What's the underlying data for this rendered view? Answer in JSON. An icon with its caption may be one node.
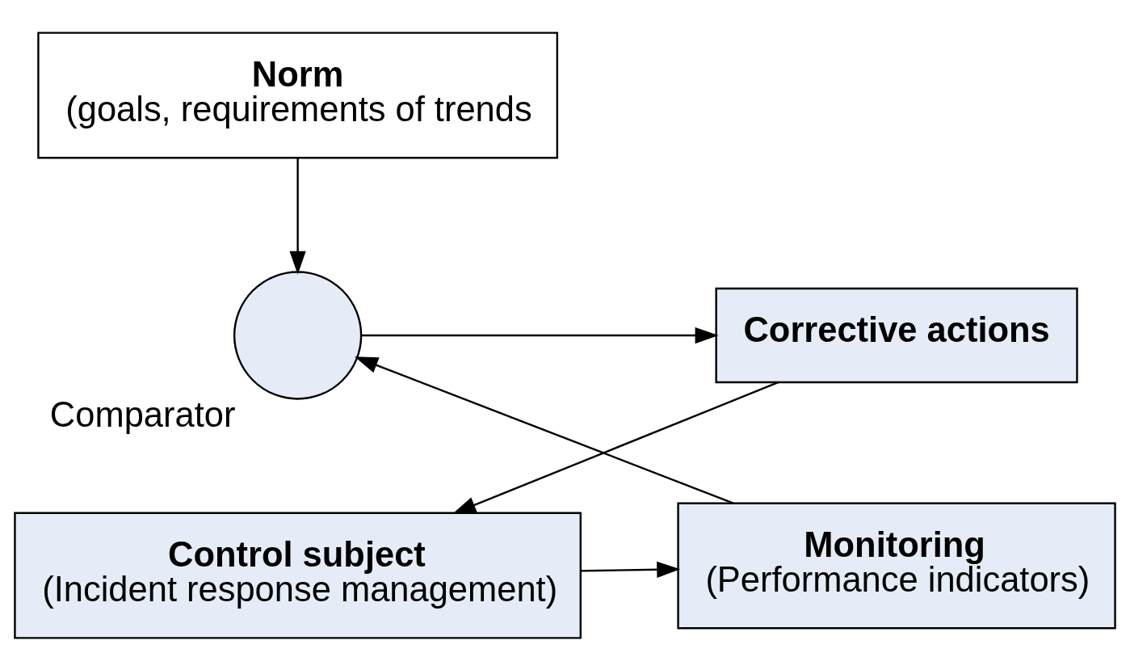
{
  "diagram": {
    "nodes": [
      {
        "text": [
          "Norm",
          "(goals, requirements of trends"
        ]
      },
      {
        "text": [
          "Control subject",
          "(Incident response management)"
        ]
      },
      {
        "text": [
          "Monitoring",
          "(Performance indicators)"
        ]
      },
      {
        "text": [],
        "shape": "circle",
        "beside": [
          "Comparator"
        ]
      },
      {
        "text": [
          "Corrective actions"
        ]
      }
    ],
    "edges": [
      {
        "from": 1,
        "to": 2,
        "arrow": "to"
      },
      {
        "from": 2,
        "to": 3,
        "arrow": "to"
      },
      {
        "from": 0,
        "to": 3,
        "arrow": "to"
      },
      {
        "from": 3,
        "to": 4,
        "arrow": "to"
      },
      {
        "from": 4,
        "to": 1,
        "arrow": "to"
      }
    ]
  }
}
